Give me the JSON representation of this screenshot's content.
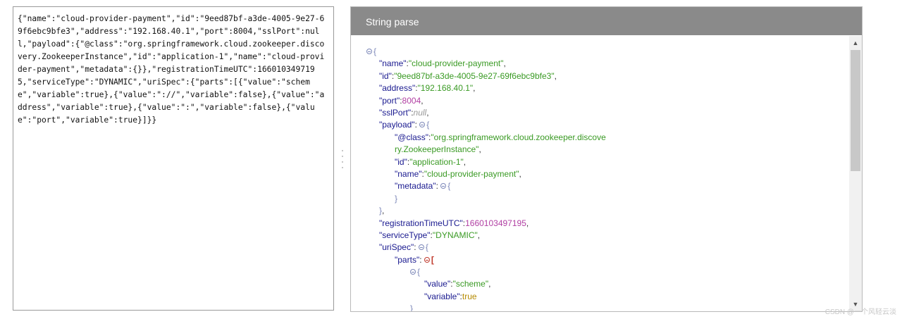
{
  "raw_input": {
    "text": "{\"name\":\"cloud-provider-payment\",\"id\":\"9eed87bf-a3de-4005-9e27-69f6ebc9bfe3\",\"address\":\"192.168.40.1\",\"port\":8004,\"sslPort\":null,\"payload\":{\"@class\":\"org.springframework.cloud.zookeeper.discovery.ZookeeperInstance\",\"id\":\"application-1\",\"name\":\"cloud-provider-payment\",\"metadata\":{}},\"registrationTimeUTC\":1660103497195,\"serviceType\":\"DYNAMIC\",\"uriSpec\":{\"parts\":[{\"value\":\"scheme\",\"variable\":true},{\"value\":\"://\",\"variable\":false},{\"value\":\"address\",\"variable\":true},{\"value\":\":\",\"variable\":false},{\"value\":\"port\",\"variable\":true}]}}"
  },
  "parse_panel": {
    "title": "String parse",
    "tree": {
      "name": "\"cloud-provider-payment\"",
      "id": "\"9eed87bf-a3de-4005-9e27-69f6ebc9bfe3\"",
      "address": "\"192.168.40.1\"",
      "port": "8004",
      "sslPort": "null",
      "payload_class": "\"org.springframework.cloud.zookeeper.discovery.ZookeeperInstance\"",
      "payload_id": "\"application-1\"",
      "payload_name": "\"cloud-provider-payment\"",
      "registrationTimeUTC": "1660103497195",
      "serviceType": "\"DYNAMIC\"",
      "part0_value": "\"scheme\"",
      "part0_variable": "true"
    },
    "keys": {
      "name": "\"name\"",
      "id": "\"id\"",
      "address": "\"address\"",
      "port": "\"port\"",
      "sslPort": "\"sslPort\"",
      "payload": "\"payload\"",
      "class": "\"@class\"",
      "metadata": "\"metadata\"",
      "registrationTimeUTC": "\"registrationTimeUTC\"",
      "serviceType": "\"serviceType\"",
      "uriSpec": "\"uriSpec\"",
      "parts": "\"parts\"",
      "value": "\"value\"",
      "variable": "\"variable\""
    }
  },
  "watermark": "CSDN @一个风轻云淡",
  "colors": {
    "header_bg": "#8a8a8a",
    "key": "#19198f",
    "string": "#3a9a24",
    "number": "#b13fa3",
    "boolean": "#b58a00"
  }
}
